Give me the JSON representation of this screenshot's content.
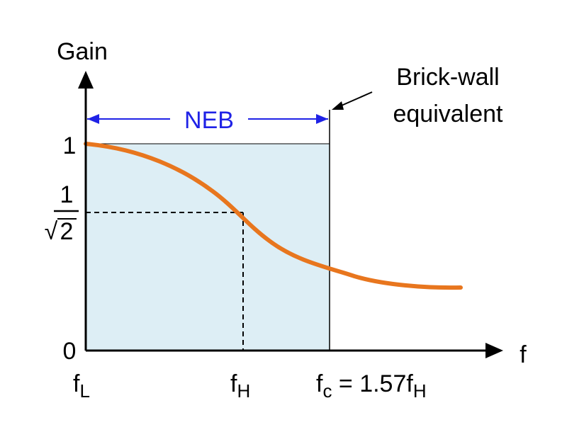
{
  "diagram": {
    "y_axis_label": "Gain",
    "x_axis_label": "f",
    "y_ticks": {
      "one": "1",
      "zero": "0",
      "inv_sqrt2_num": "1",
      "inv_sqrt2_radical": "√",
      "inv_sqrt2_den": "2"
    },
    "x_ticks": {
      "fL_main": "f",
      "fL_sub": "L",
      "fH_main": "f",
      "fH_sub": "H",
      "fc_main": "f",
      "fc_sub": "c",
      "fc_eq": " = 1.57f",
      "fc_eq_sub": "H"
    },
    "neb_label": "NEB",
    "brickwall_line1": "Brick-wall",
    "brickwall_line2": "equivalent",
    "colors": {
      "curve": "#e8761e",
      "box_fill": "#ddeef5",
      "neb": "#1f22e6",
      "axis": "#000000"
    }
  }
}
